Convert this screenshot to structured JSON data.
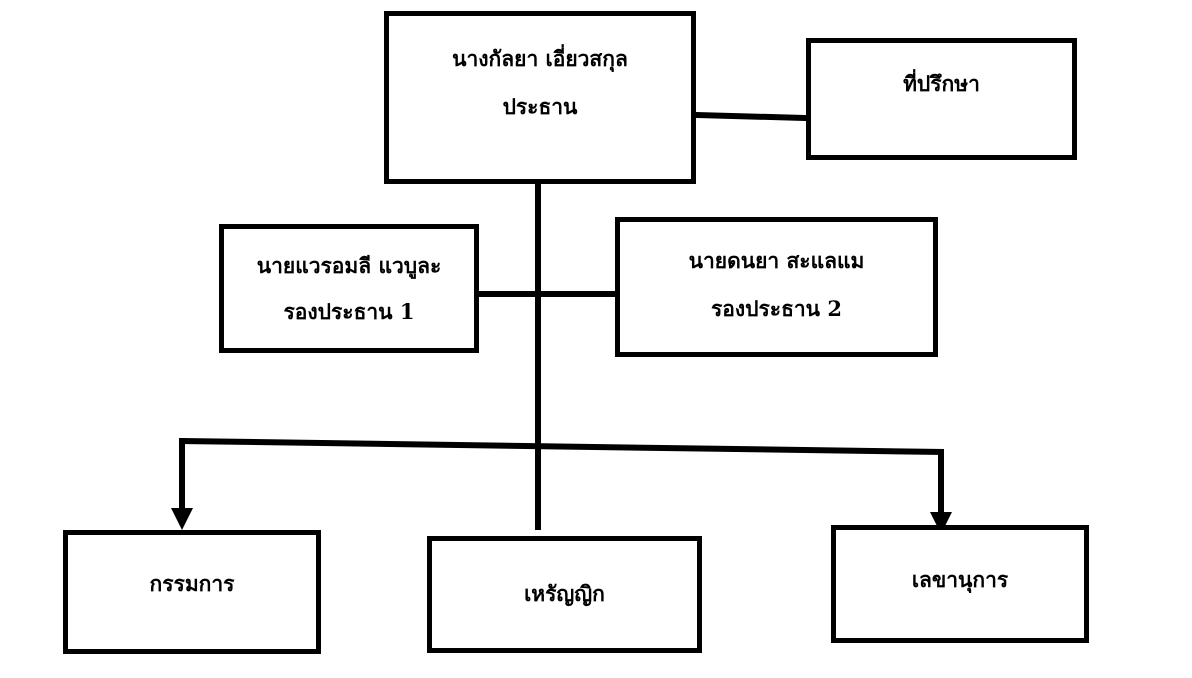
{
  "colors": {
    "line": "#000000",
    "box_border": "#000000",
    "box_fill": "#ffffff",
    "text": "#000000",
    "background": "#ffffff"
  },
  "nodes": {
    "chairman": {
      "name": "นางกัลยา เอี่ยวสกุล",
      "role": "ประธาน"
    },
    "advisor": {
      "label": "ที่ปรึกษา"
    },
    "vice_chair_1": {
      "name": "นายแวรอมลี แวบูละ",
      "role": "รองประธาน 1"
    },
    "vice_chair_2": {
      "name": "นายดนยา สะแลแม",
      "role": "รองประธาน 2"
    },
    "committee": {
      "label": "กรรมการ"
    },
    "treasurer": {
      "label": "เหรัญญิก"
    },
    "secretary": {
      "label": "เลขานุการ"
    }
  }
}
